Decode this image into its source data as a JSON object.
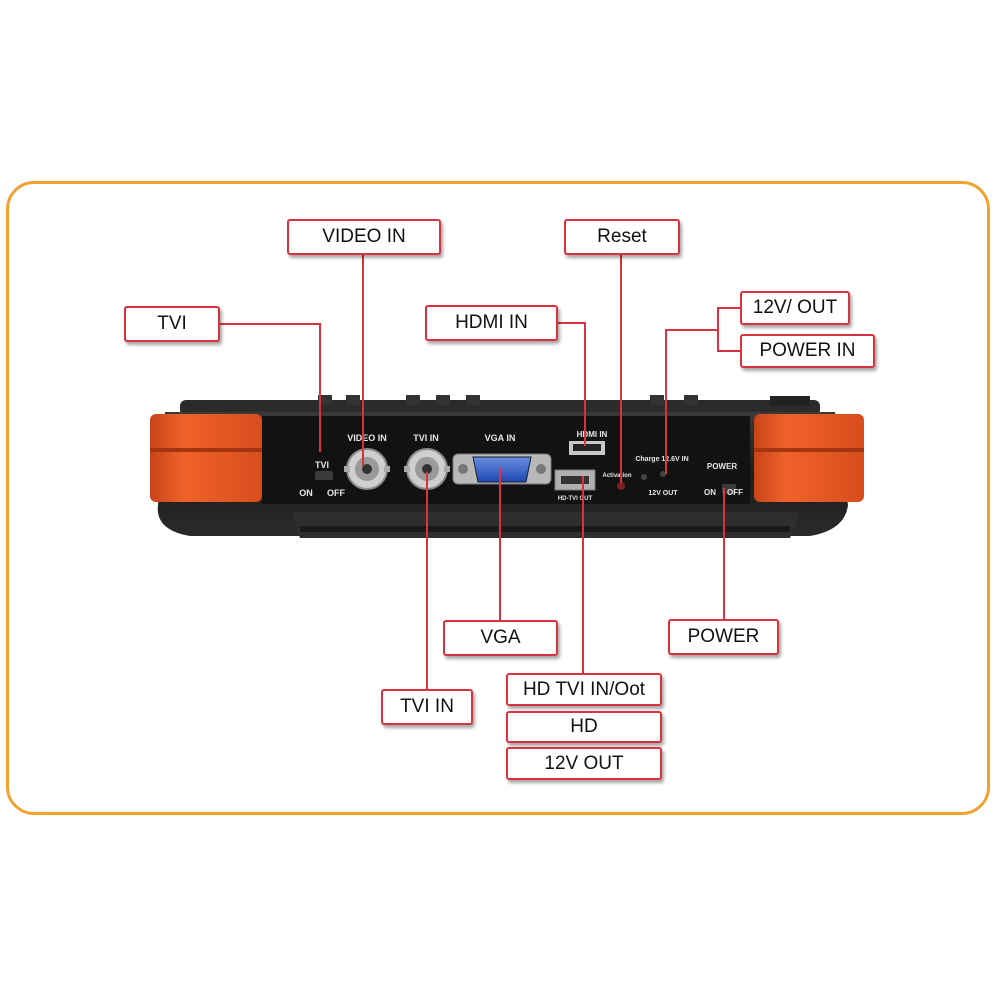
{
  "callouts": {
    "video_in": "VIDEO IN",
    "reset": "Reset",
    "tvi": "TVI",
    "hdmi_in": "HDMI IN",
    "v12_out": "12V/ OUT",
    "power_in": "POWER IN",
    "vga": "VGA",
    "power": "POWER",
    "tvi_in": "TVI IN",
    "hd_tvi_in_out": "HD TVI IN/Oot",
    "hd": "HD",
    "out_12v": "12V OUT"
  },
  "device_labels": {
    "video_in": "VIDEO IN",
    "tvi_in": "TVI IN",
    "vga_in": "VGA IN",
    "hdmi_in": "HDMI IN",
    "charge": "Charge 12.6V IN",
    "activation": "Activation",
    "out_12v": "12V OUT",
    "power": "POWER",
    "on": "ON",
    "off": "OFF",
    "tvi": "TVI",
    "hdtvi_out": "HD-TVI OUT"
  },
  "colors": {
    "frame": "#f2a230",
    "callout_border": "#d9333f",
    "leader_line": "#d9333f",
    "bumper": "#e8541f",
    "body": "#1c1c1c"
  }
}
